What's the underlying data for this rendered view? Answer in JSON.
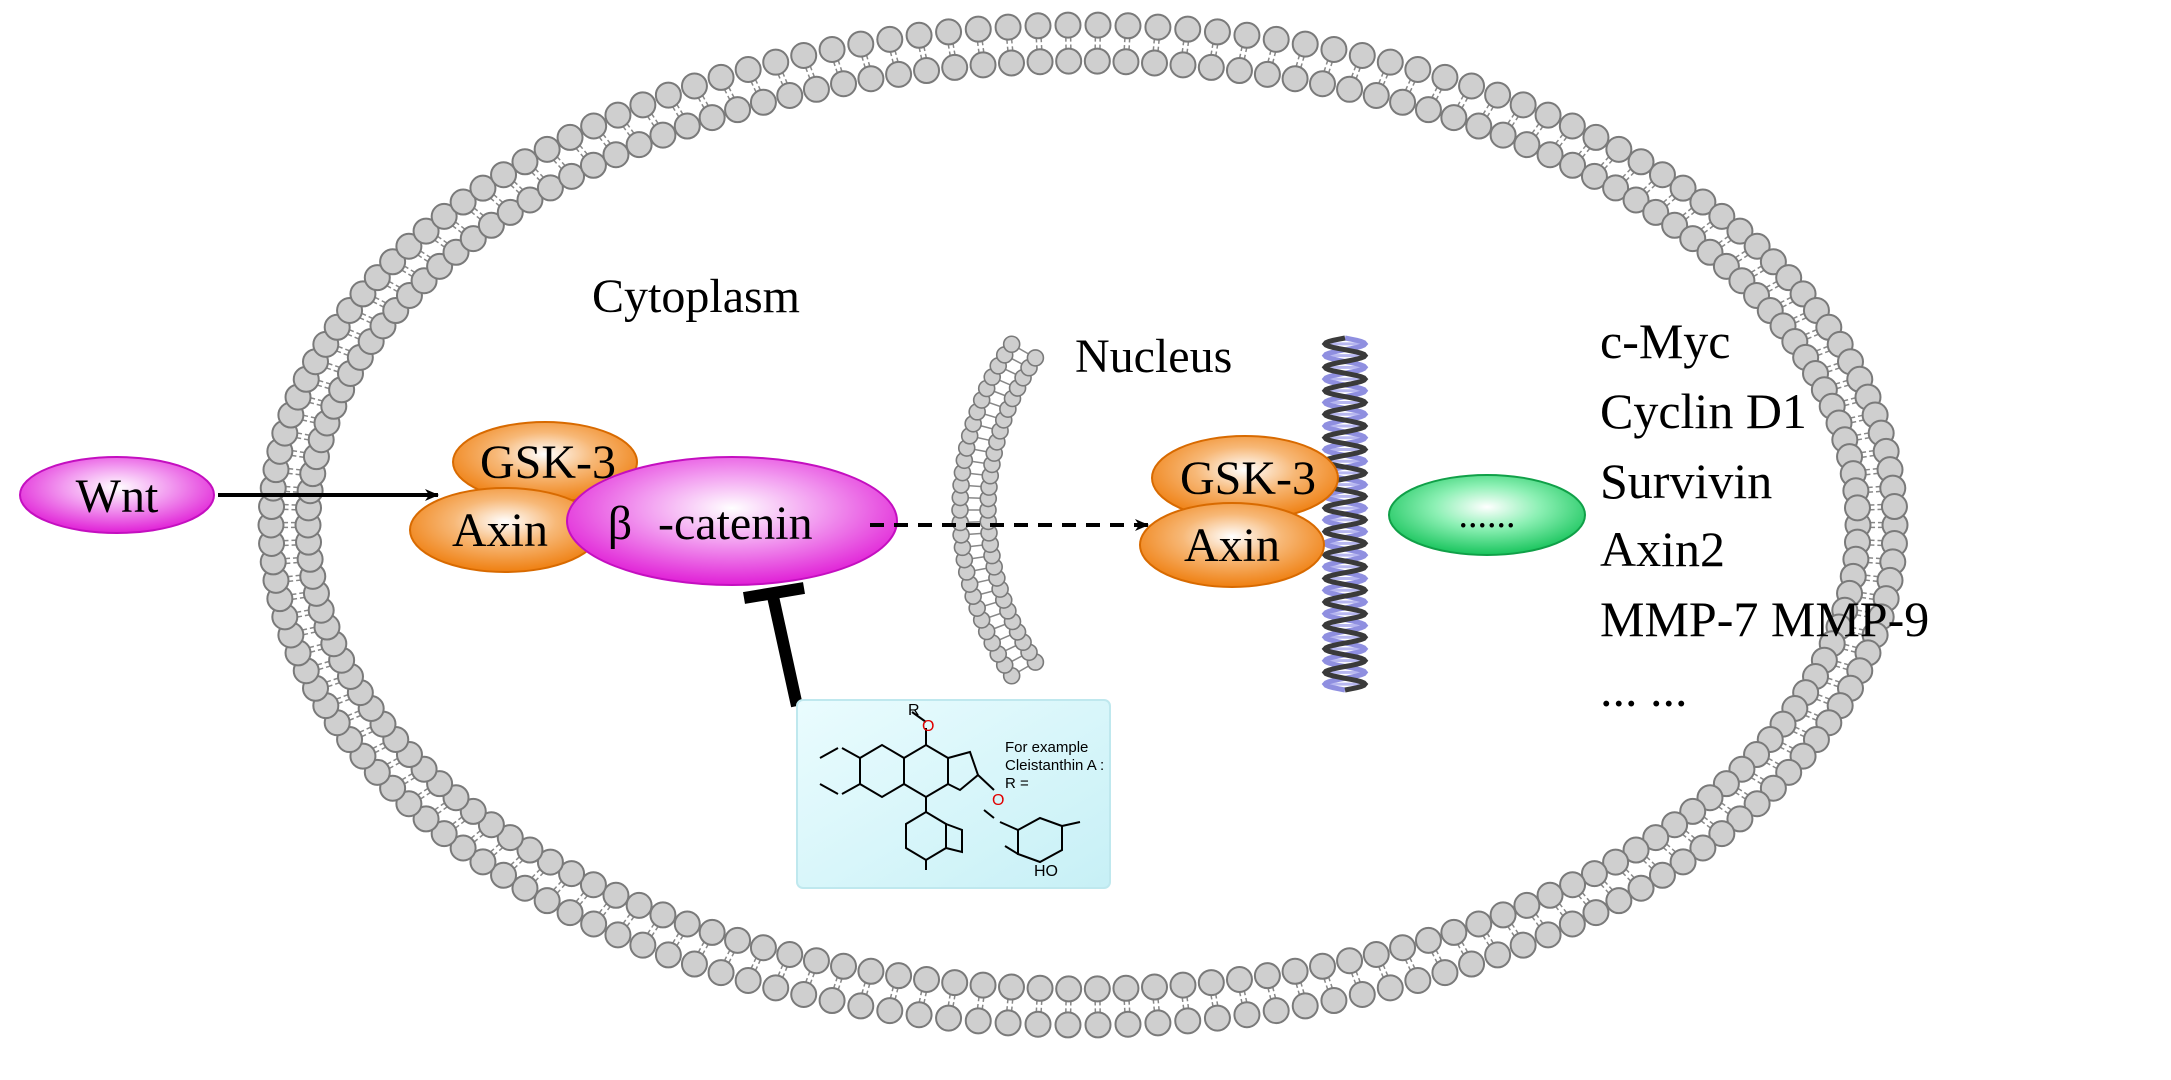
{
  "labels": {
    "cytoplasm": "Cytoplasm",
    "nucleus": "Nucleus"
  },
  "proteins": {
    "wnt": "Wnt",
    "gsk3_left": "GSK-3",
    "axin_left": "Axin",
    "beta_symbol": "β",
    "beta_catenin_suffix": "-catenin",
    "gsk3_right": "GSK-3",
    "axin_right": "Axin",
    "tcf_placeholder": "......"
  },
  "target_genes": [
    "c-Myc",
    "Cyclin D1",
    "Survivin",
    "Axin2",
    "MMP-7 MMP-9",
    "... ..."
  ],
  "compound_box": {
    "example_line1": "For example",
    "example_line2": "Cleistanthin A :",
    "example_line3": "R =",
    "atom_r": "R",
    "atom_o_ether": "O",
    "atom_o_carbonyl": "O",
    "atom_ho": "HO"
  },
  "colors": {
    "membrane": "#b5b5b5",
    "wnt_catenin": "#e83ce0",
    "gsk_axin": "#f28a1e",
    "tcf": "#28d06a",
    "dna": "#8f8fe0",
    "compound_box": "#d8f6fa"
  }
}
